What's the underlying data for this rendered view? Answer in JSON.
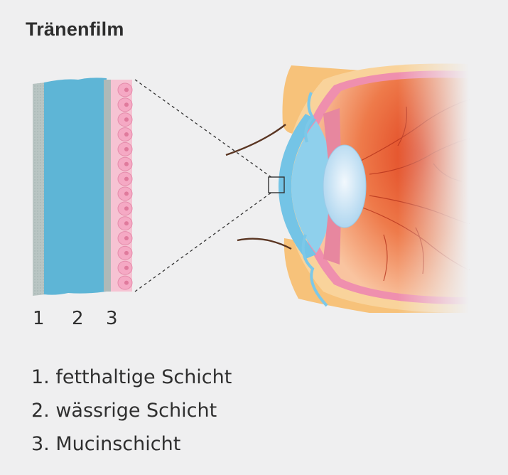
{
  "title": "Tränenfilm",
  "layer_numbers": [
    "1",
    "2",
    "3"
  ],
  "legend": [
    "1. fetthaltige Schicht",
    "2. wässrige Schicht",
    "3. Mucinschicht"
  ],
  "colors": {
    "background": "#efeff0",
    "lipid_layer": "#b8c4c2",
    "aqueous_layer": "#5fb6d8",
    "mucin_layer": "#f4b6cc",
    "cornea": "#7cc8e8",
    "lens": "#cfe6f5",
    "retina": "#e8552c",
    "sclera": "#f6c98a",
    "text": "#2d2d2d"
  }
}
